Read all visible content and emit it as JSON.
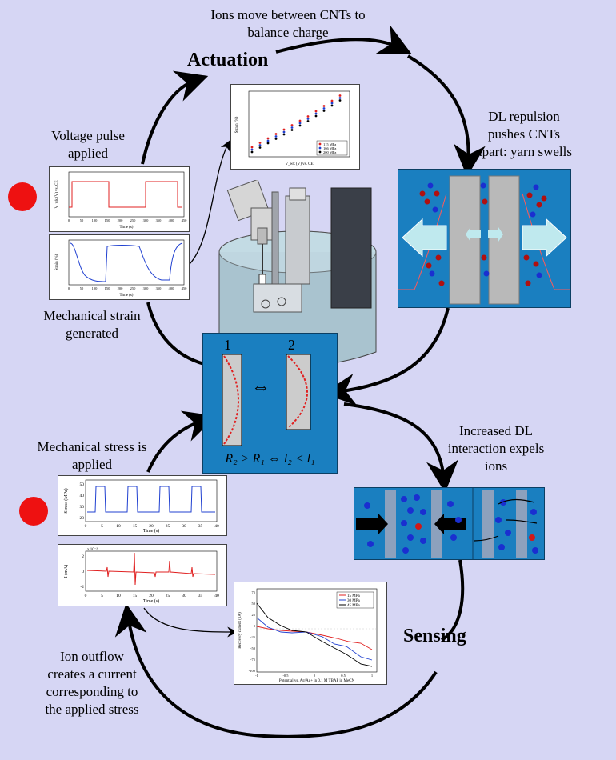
{
  "titles": {
    "actuation": "Actuation",
    "sensing": "Sensing"
  },
  "labels": {
    "ions_move": "Ions move between CNTs to\nbalance charge",
    "voltage_pulse": "Voltage pulse\napplied",
    "mech_strain": "Mechanical strain\ngenerated",
    "dl_repulsion": "DL repulsion\npushes CNTs\napart: yarn swells",
    "increased_dl": "Increased DL\ninteraction expels\nions",
    "mech_stress": "Mechanical stress is\napplied",
    "ion_outflow": "Ion outflow\ncreates a current\ncorresponding to\nthe applied stress"
  },
  "center_box": {
    "label_1": "1",
    "label_2": "2",
    "arrow": "⇔",
    "relation": "R₂ > R₁ ⇔ l₂ < l₁"
  },
  "plot_voltage": {
    "ylabel": "V_wk (V) vs. CE",
    "xlabel": "Time (s)",
    "xticks": [
      "0",
      "50",
      "100",
      "150",
      "200",
      "250",
      "300",
      "350",
      "400",
      "450"
    ]
  },
  "plot_strain": {
    "ylabel": "Strain (%)",
    "xlabel": "Time (s)",
    "xticks": [
      "0",
      "50",
      "100",
      "150",
      "200",
      "250",
      "300",
      "350",
      "400",
      "450"
    ]
  },
  "plot_strain_vs_v": {
    "ylabel": "Strain (%)",
    "xlabel": "V_wk (V) vs. CE",
    "legend": [
      "115 MPa",
      "166 MPa",
      "200 MPa"
    ]
  },
  "plot_stress": {
    "ylabel": "Stress (MPa)",
    "xlabel": "Time (s)",
    "yticks": [
      "50",
      "40",
      "30",
      "20"
    ],
    "xticks": [
      "0",
      "5",
      "10",
      "15",
      "20",
      "25",
      "30",
      "35",
      "40"
    ]
  },
  "plot_current": {
    "ylabel": "I (mA)",
    "xlabel": "Time (s)",
    "scale": "x 10⁻³",
    "yticks": [
      "2",
      "0",
      "-2"
    ],
    "xticks": [
      "0",
      "5",
      "10",
      "15",
      "20",
      "25",
      "30",
      "35",
      "40"
    ]
  },
  "plot_recovery": {
    "ylabel": "Recovery current (nA)",
    "xlabel": "Potential vs. Ag/Ag+ in 0.1 M TBAP in MeCN",
    "legend": [
      "15 MPa",
      "30 MPa",
      "45 MPa"
    ],
    "yticks": [
      "75",
      "50",
      "25",
      "0",
      "-25",
      "-50",
      "-75",
      "-100"
    ],
    "xticks": [
      "-1",
      "-0.5",
      "0",
      "0.5",
      "1"
    ]
  },
  "colors": {
    "background": "#d6d6f4",
    "blue_box": "#1a7fc0",
    "dot": "#ee1111",
    "trace_red": "#e02020",
    "trace_blue": "#2040d0"
  }
}
